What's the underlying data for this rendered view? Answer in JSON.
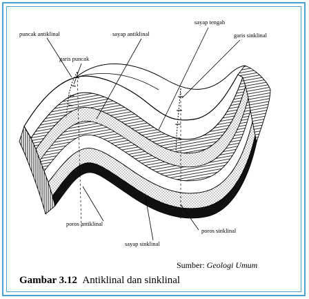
{
  "labels": {
    "puncak_antiklinal": "puncak antiklinal",
    "garis_puncak": "garis puncak",
    "sayap_antiklinal": "sayap antiklinal",
    "sayap_tengah": "sayap tengah",
    "garis_sinklinal": "garis sinklinal",
    "poros_antiklinal": "poros antiklinal",
    "sayap_sinklinal": "sayap sinklinal",
    "poros_sinklinal": "poros sinklinal"
  },
  "source": {
    "prefix": "Sumber: ",
    "title": "Geologi Umum"
  },
  "caption": {
    "number": "Gambar 3.12",
    "text": "Antiklinal dan sinklinal"
  },
  "colors": {
    "frame": "#4aa3d8",
    "ink": "#000000"
  }
}
